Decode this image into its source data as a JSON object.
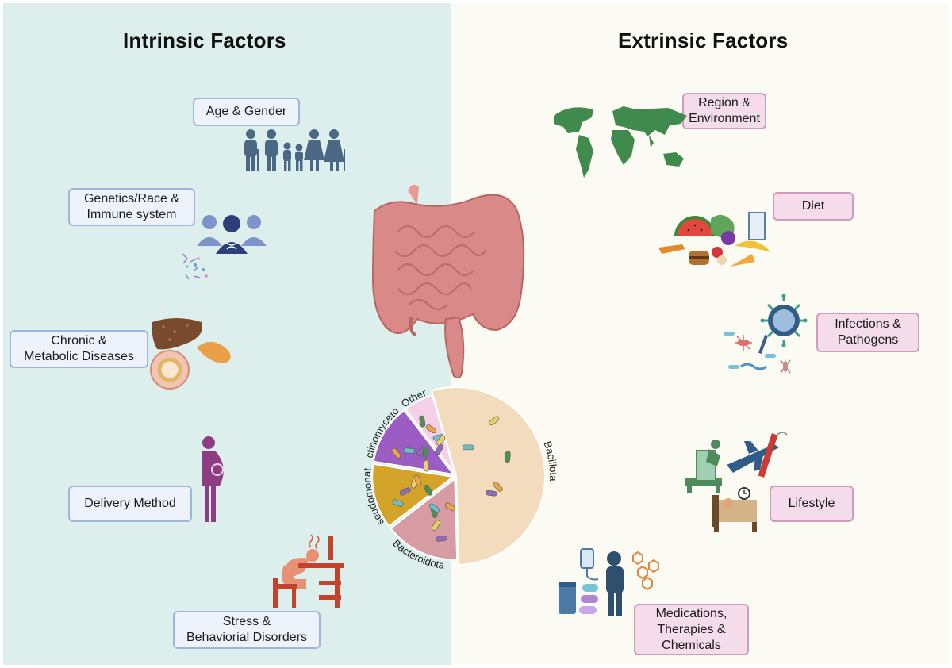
{
  "headings": {
    "intrinsic": "Intrinsic Factors",
    "extrinsic": "Extrinsic Factors"
  },
  "intrinsic_factors": [
    "Age & Gender",
    "Genetics/Race  &\nImmune system",
    "Chronic &\nMetabolic Diseases",
    "Delivery Method",
    "Stress &\nBehaviorial Disorders"
  ],
  "extrinsic_factors": [
    "Region &\nEnvironment",
    "Diet",
    "Infections &\nPathogens",
    "Lifestyle",
    "Medications,\nTherapies &\nChemicals"
  ],
  "chart_data": {
    "type": "pie",
    "slices": [
      {
        "label": "Bacillota",
        "value": 54,
        "color": "#f2dcbd"
      },
      {
        "label": "Bacteroidota",
        "value": 15,
        "color": "#d79ca3"
      },
      {
        "label": "Pseudomonata",
        "value": 13,
        "color": "#d4a42a"
      },
      {
        "label": "Actinomycetota",
        "value": 12,
        "color": "#9b5cc4"
      },
      {
        "label": "Others",
        "value": 6,
        "color": "#f3d0e7"
      }
    ]
  },
  "colors": {
    "left_panel": "#dcefed",
    "right_panel": "#fbfaf3",
    "intrinsic_box_border": "#9fb6dc",
    "extrinsic_box_border": "#cf9cc0",
    "people_icons": "#4a6886",
    "map": "#3f8a4c",
    "intestine": "#d98a88"
  },
  "icons": [
    "family-icon",
    "genetics-people-icon",
    "liver-pancreas-icon",
    "pregnant-woman-icon",
    "stressed-person-icon",
    "world-map-icon",
    "food-icon",
    "virus-bacteria-icon",
    "lifestyle-icon",
    "medication-icon",
    "intestine-icon"
  ]
}
